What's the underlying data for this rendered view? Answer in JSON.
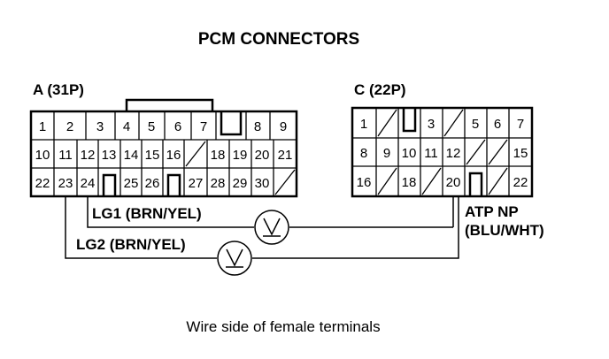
{
  "title": "PCM CONNECTORS",
  "caption": "Wire side of female terminals",
  "connector_a": {
    "label": "A (31P)",
    "rows": [
      [
        "1",
        "2",
        "3",
        "4",
        "5",
        "6",
        "7",
        "",
        "8",
        "9"
      ],
      [
        "10",
        "11",
        "12",
        "13",
        "14",
        "15",
        "16",
        "/",
        "18",
        "19",
        "20",
        "21"
      ],
      [
        "22",
        "23",
        "24",
        "",
        "25",
        "26",
        "",
        "27",
        "28",
        "29",
        "30",
        "/"
      ]
    ]
  },
  "connector_c": {
    "label": "C (22P)",
    "rows": [
      [
        "1",
        "/",
        "",
        "3",
        "/",
        "5",
        "6",
        "7"
      ],
      [
        "8",
        "9",
        "10",
        "11",
        "12",
        "/",
        "/",
        "15"
      ],
      [
        "16",
        "/",
        "18",
        "/",
        "20",
        "",
        "/",
        "22"
      ]
    ]
  },
  "wires": {
    "lg1": "LG1 (BRN/YEL)",
    "lg2": "LG2 (BRN/YEL)",
    "atp_np_line1": "ATP NP",
    "atp_np_line2": "(BLU/WHT)"
  },
  "meter_symbol": "V"
}
